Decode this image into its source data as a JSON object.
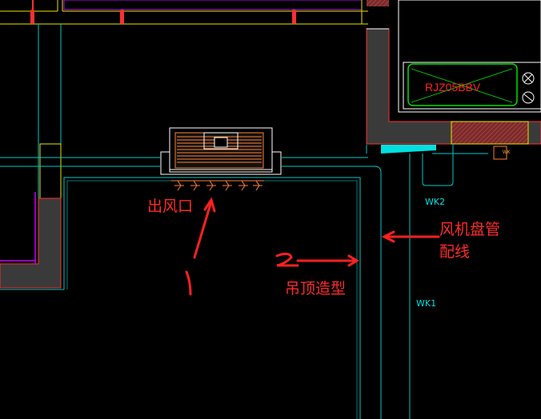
{
  "annotations": {
    "air_outlet": "出风口",
    "fcu_pipe_line1": "风机盘管",
    "fcu_pipe_line2": "配线",
    "ceiling_shape": "吊顶造型"
  },
  "tags": {
    "wk2": "WK2",
    "wk1": "WK1",
    "wk_small": "WK",
    "unit_model": "RJZ05BBV"
  },
  "colors": {
    "background": "#000000",
    "wall_fill": "#3a3a3a",
    "wall_outline": "#ff3030",
    "yellow_line": "#e6e600",
    "cyan_line": "#00c8c8",
    "note_red": "#ff2a2a",
    "unit_green": "#00e000",
    "hatch": "#a04040",
    "magenta_line": "#c000ff"
  }
}
